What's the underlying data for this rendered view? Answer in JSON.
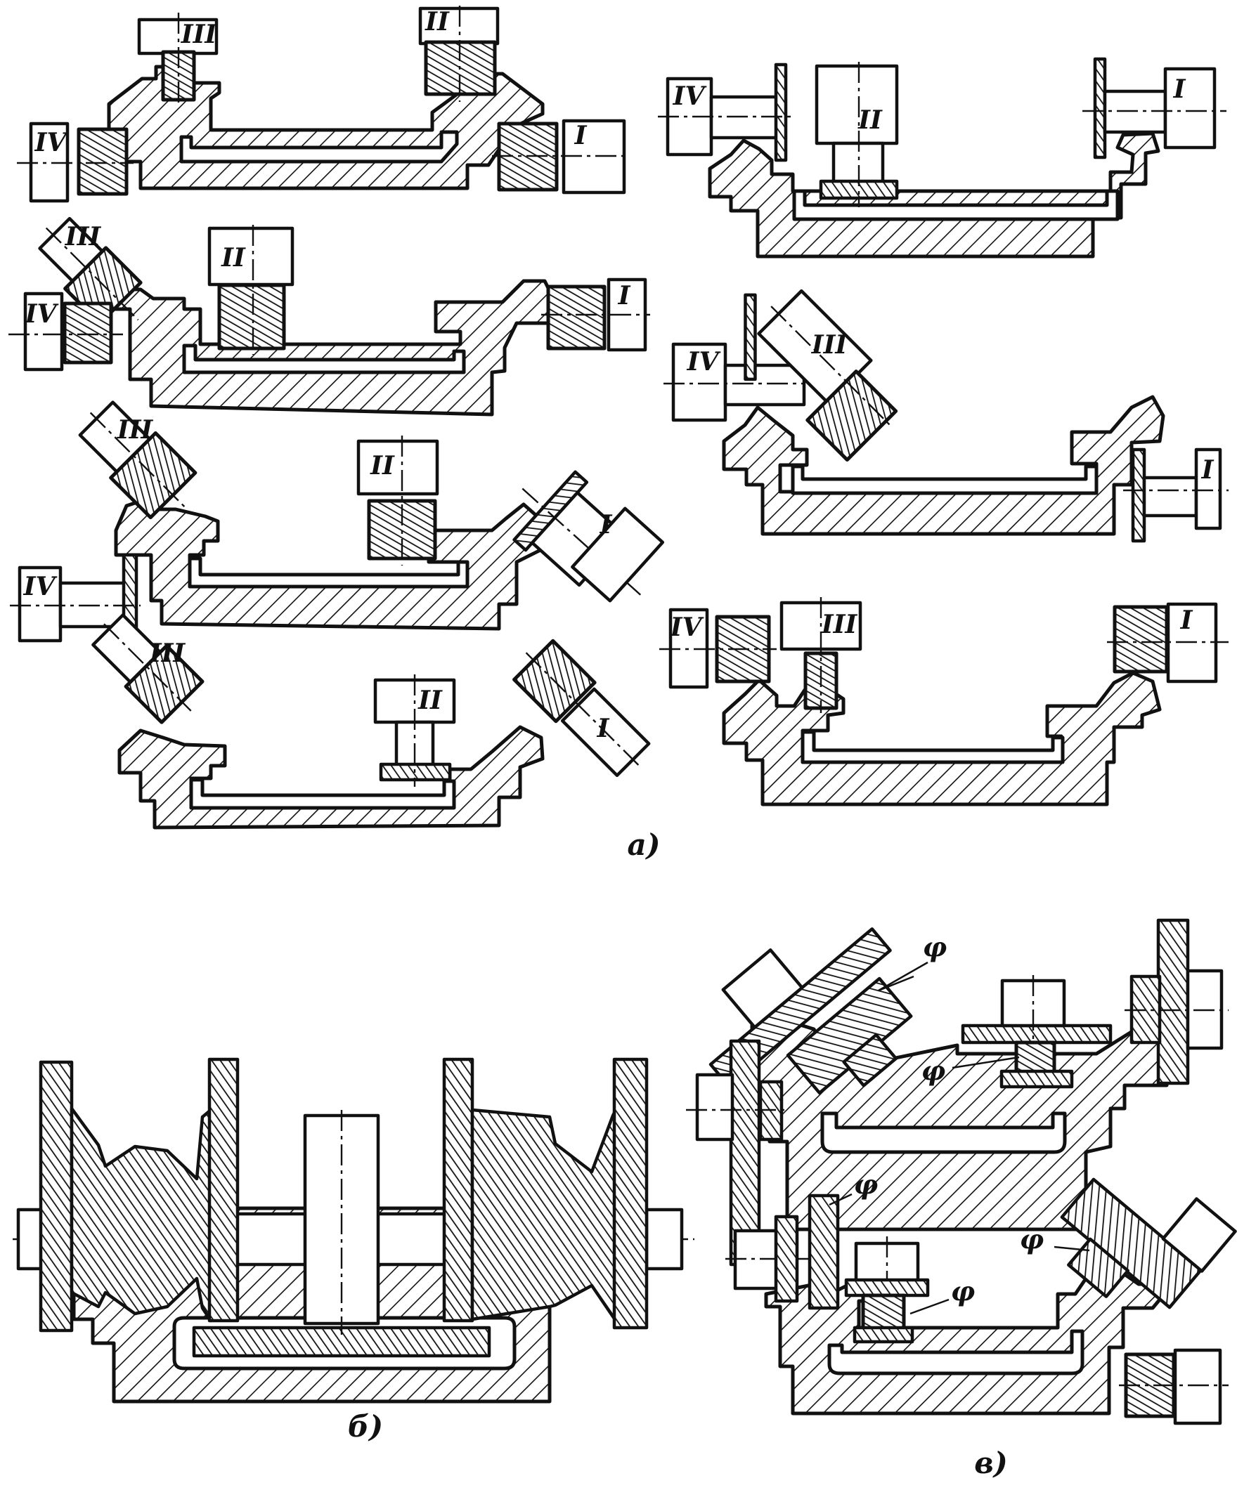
{
  "roman_labels": {
    "one": "I",
    "two": "II",
    "three": "III",
    "four": "IV"
  },
  "panel_labels": {
    "a": "а)",
    "b": "б)",
    "c": "в)"
  },
  "tool_mark": "φ"
}
